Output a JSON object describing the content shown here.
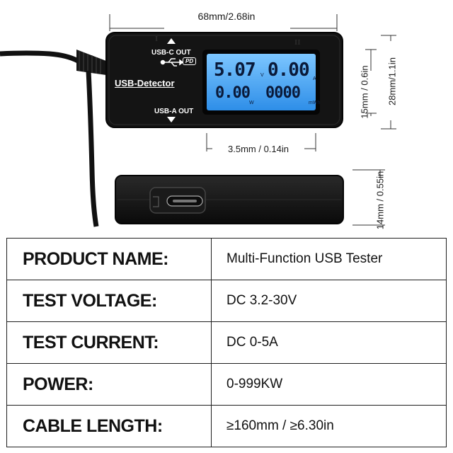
{
  "dimensions": {
    "width": "68mm/2.68in",
    "display_height": "15mm / 0.6in",
    "body_height": "28mm/1.1in",
    "thickness_top": "3.5mm / 0.14in",
    "thickness_side": "14mm / 0.55in"
  },
  "device": {
    "usbc_label": "USB-C OUT",
    "usba_label": "USB-A OUT",
    "brand": "USB-Detector",
    "pd_badge": "PD",
    "port_one": "I",
    "port_two": "II"
  },
  "lcd": {
    "voltage": "5.07",
    "current": "0.00",
    "power": "0.00",
    "energy": "0000",
    "unit_v": "V",
    "unit_a": "A",
    "unit_w": "W",
    "unit_mwh": "mWh"
  },
  "colors": {
    "lcd_background": "#3aa0f0",
    "table_border": "#1e1e1e"
  },
  "specs": [
    {
      "label": "PRODUCT NAME:",
      "value": "Multi-Function USB Tester"
    },
    {
      "label": "TEST VOLTAGE:",
      "value": "DC 3.2-30V"
    },
    {
      "label": "TEST CURRENT:",
      "value": "DC 0-5A"
    },
    {
      "label": "POWER:",
      "value": "0-999KW"
    },
    {
      "label": "CABLE LENGTH:",
      "value": "≥160mm / ≥6.30in"
    }
  ]
}
